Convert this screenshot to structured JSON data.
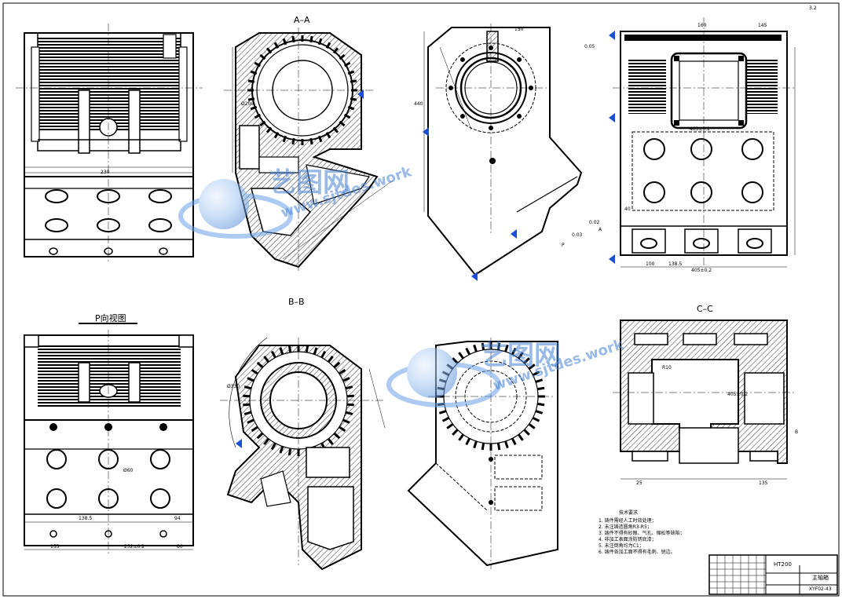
{
  "views": {
    "section_aa": "A–A",
    "section_bb": "B–B",
    "section_cc": "C–C",
    "view_p": "P向视图"
  },
  "tech_requirements": {
    "title": "技术要求",
    "items": [
      "铸件需经人工时效处理；",
      "未注铸造圆角R3-R5；",
      "铸件不得有砂眼、气孔、缩松等缺陷；",
      "非加工表面涂防锈底漆；",
      "未注倒角均为C1；",
      "铸件各加工面不得有毛刺、锐边。"
    ]
  },
  "title_block": {
    "material": "HT200",
    "part_name": "主轴箱",
    "drawing_no": "XYF02-43"
  },
  "watermark": {
    "brand": "艺图网",
    "site": "www.sjtdes.work"
  },
  "dimensions": {
    "d230": "230",
    "d200": "Ø200",
    "d150": "150",
    "d160": "160",
    "d145": "145",
    "d440": "440",
    "d405": "405±0.2",
    "d405b": "405±0.2",
    "d405c": "405±0.2",
    "d330": "Ø330",
    "d100": "100",
    "d138": "138.5",
    "d40": "40",
    "d94": "94",
    "d1385": "138.5",
    "d155": "155",
    "d252": "252±0.2",
    "d80": "80",
    "dR10": "R10",
    "d25": "25",
    "d135": "135",
    "d60": "Ø60"
  },
  "annotations": {
    "surface_roughness": "3.2",
    "flatness": "0.02",
    "parallelism": "0.03",
    "perpendicularity": "0.05",
    "datum_a": "A",
    "datum_b": "B",
    "datum_p": "P"
  }
}
